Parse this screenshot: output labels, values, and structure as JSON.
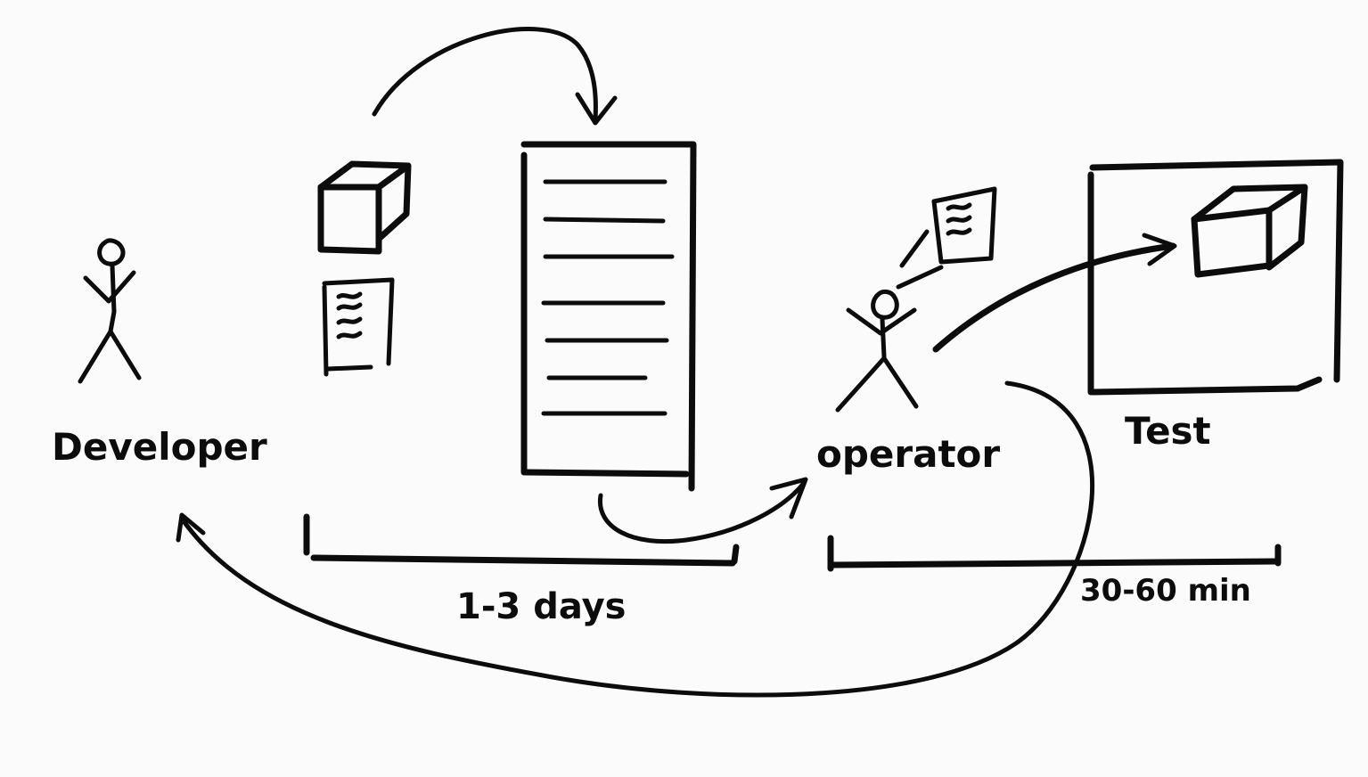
{
  "labels": {
    "developer": "Developer",
    "operator": "operator",
    "test": "Test",
    "handoff_duration": "1-3 days",
    "test_duration": "30-60 min"
  },
  "colors": {
    "ink": "#0c0c0c",
    "paper": "#fbfbfb"
  },
  "icons": {
    "developer": "stick-figure-icon",
    "operator": "stick-figure-icon",
    "artifact": "cube-icon",
    "document": "document-icon",
    "queue": "ticket-queue-icon"
  }
}
